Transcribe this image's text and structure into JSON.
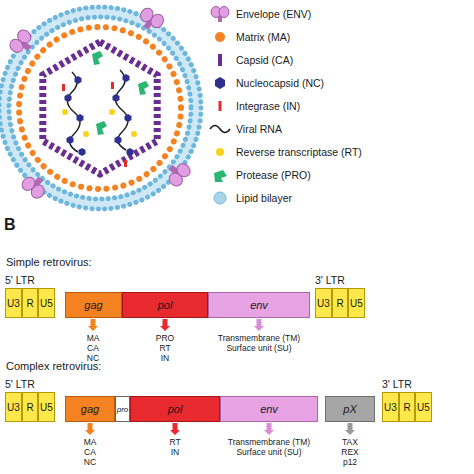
{
  "diagram": {
    "nodes": [
      {
        "text": [
          "5' LTR"
        ]
      },
      {
        "text": [
          "U3"
        ],
        "in": 0
      },
      {
        "text": [
          "R"
        ],
        "in": 0
      },
      {
        "text": [
          "U5"
        ],
        "in": 0
      },
      {
        "text": [
          "gag"
        ]
      },
      {
        "text": [
          "pol"
        ]
      },
      {
        "text": [
          "env"
        ]
      },
      {
        "text": [
          "3' LTR"
        ]
      },
      {
        "text": [
          "U3"
        ],
        "in": 7
      },
      {
        "text": [
          "R"
        ],
        "in": 7
      },
      {
        "text": [
          "U5"
        ],
        "in": 7
      },
      {
        "text": [
          "5' LTR"
        ]
      },
      {
        "text": [
          "U3"
        ],
        "in": 11
      },
      {
        "text": [
          "R"
        ],
        "in": 11
      },
      {
        "text": [
          "U5"
        ],
        "in": 11
      },
      {
        "text": [
          "gag"
        ]
      },
      {
        "text": [
          "pro"
        ]
      },
      {
        "text": [
          "pol"
        ]
      },
      {
        "text": [
          "env"
        ]
      },
      {
        "text": [
          "pX"
        ]
      },
      {
        "text": [
          "3' LTR"
        ]
      },
      {
        "text": [
          "U3"
        ],
        "in": 20
      },
      {
        "text": [
          "R"
        ],
        "in": 20
      },
      {
        "text": [
          "U5"
        ],
        "in": 20
      }
    ],
    "labels": [
      "B",
      "Simple retrovirus:",
      "MA",
      "CA",
      "NC",
      "PRO",
      "RT",
      "IN",
      "Transmembrane (TM)",
      "Surface unit (SU)",
      "Complex retrovirus:",
      "MA",
      "CA",
      "NC",
      "RT",
      "IN",
      "Transmembrane (TM)",
      "Surface unit (SU)",
      "TAX",
      "REX",
      "p12"
    ],
    "legend": [
      {
        "text": "Envelope (ENV)"
      },
      {
        "text": "Matrix (MA)",
        "color": "#f58220"
      },
      {
        "text": "Capsid (CA)",
        "color": "#6a2c91"
      },
      {
        "text": "Nucleocapsid (NC)",
        "color": "#2e3192"
      },
      {
        "text": "Integrase (IN)",
        "color": "#e8292e"
      },
      {
        "text": "Viral RNA"
      },
      {
        "text": "Reverse transcriptase (RT)",
        "color": "#f5d31e"
      },
      {
        "text": "Protease (PRO)",
        "color": "#2bb673"
      },
      {
        "text": "Lipid bilayer",
        "color": "#a9d4ea"
      }
    ]
  }
}
